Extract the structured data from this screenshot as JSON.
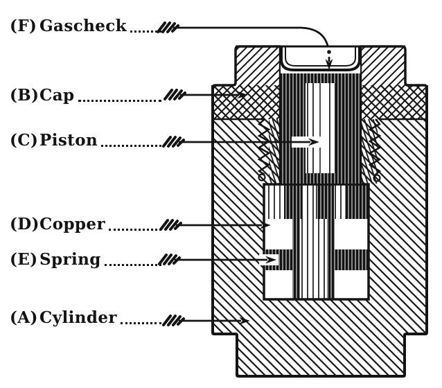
{
  "colors": {
    "ink": "#141414",
    "background": "#ffffff"
  },
  "labels": [
    {
      "letter": "(F)",
      "name": "Gascheck"
    },
    {
      "letter": "(B)",
      "name": "Cap"
    },
    {
      "letter": "(C)",
      "name": "Piston"
    },
    {
      "letter": "(D)",
      "name": "Copper"
    },
    {
      "letter": "(E)",
      "name": "Spring"
    },
    {
      "letter": "(A)",
      "name": "Cylinder"
    }
  ]
}
